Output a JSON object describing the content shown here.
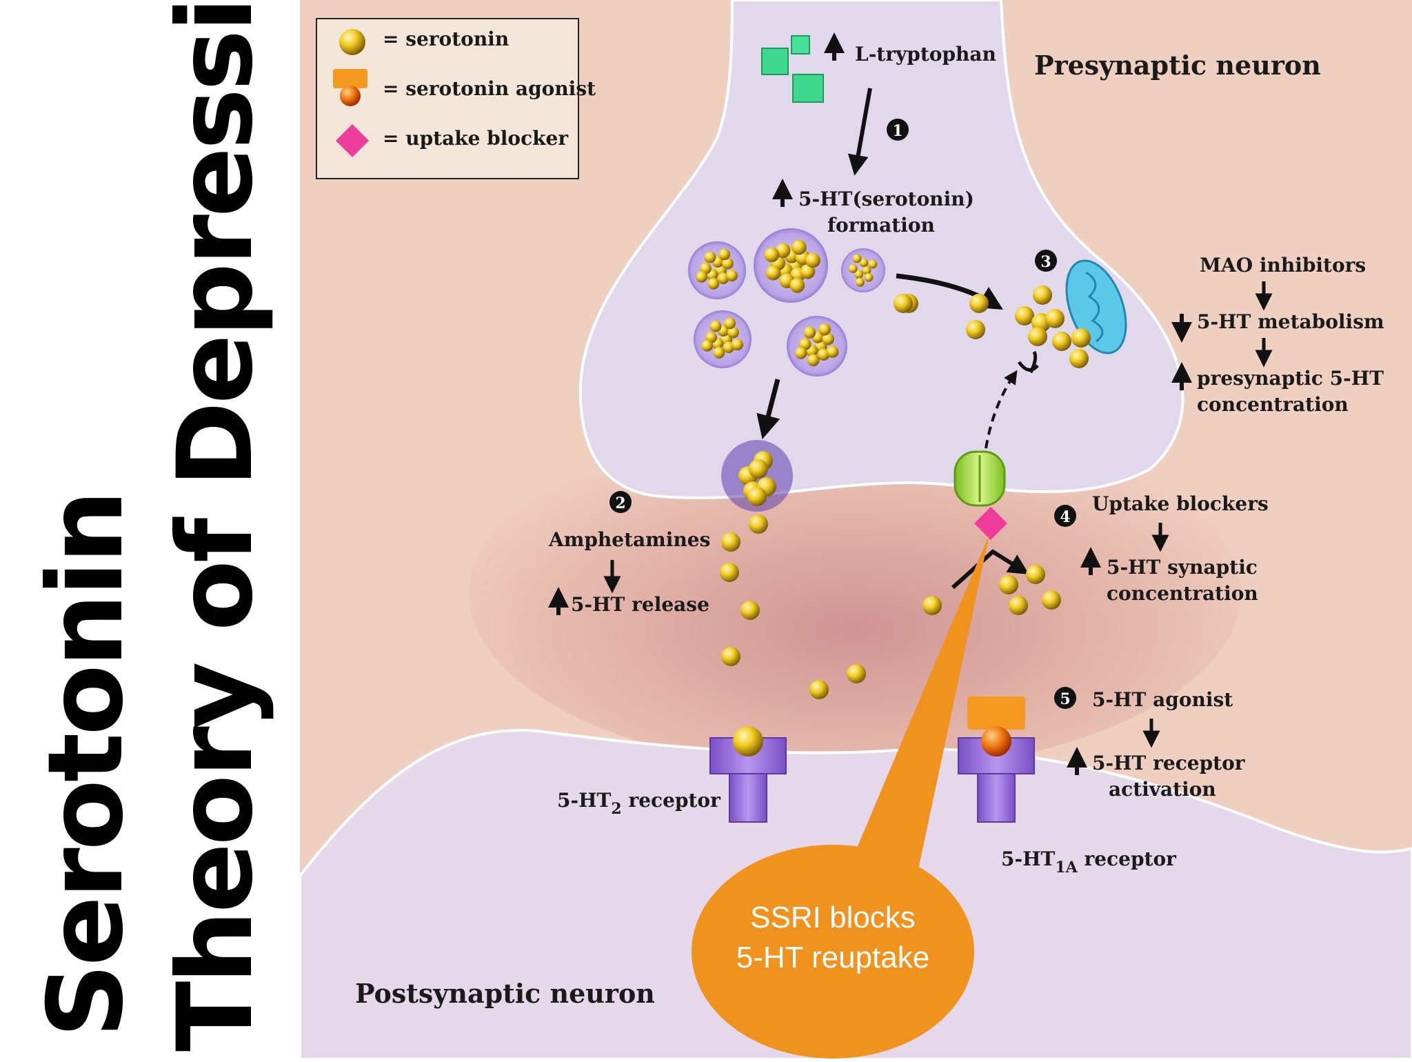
{
  "title": {
    "line1": "Serotonin",
    "line2": "Theory of Depression"
  },
  "legend": [
    {
      "icon": "serotonin-icon",
      "label": "= serotonin"
    },
    {
      "icon": "agonist-icon",
      "label": "= serotonin agonist"
    },
    {
      "icon": "uptake-blocker-icon",
      "label": "= uptake blocker"
    }
  ],
  "regions": {
    "presynaptic": "Presynaptic neuron",
    "postsynaptic": "Postsynaptic neuron"
  },
  "steps": {
    "s1": {
      "num": "1",
      "top": "L-tryptophan",
      "mid1": "5-HT(serotonin)",
      "mid2": "formation"
    },
    "s2": {
      "num": "2",
      "a": "Amphetamines",
      "b": "5-HT release"
    },
    "s3": {
      "num": "3",
      "a": "MAO inhibitors",
      "b": "5-HT metabolism",
      "c1": "presynaptic 5-HT",
      "c2": "concentration"
    },
    "s4": {
      "num": "4",
      "a": "Uptake blockers",
      "b1": "5-HT synaptic",
      "b2": "concentration"
    },
    "s5": {
      "num": "5",
      "a": "5-HT agonist",
      "b1": "5-HT receptor",
      "b2": "activation"
    }
  },
  "receptors": {
    "r2": {
      "prefix": "5-HT",
      "sub": "2",
      "suffix": " receptor"
    },
    "r1a": {
      "prefix": "5-HT",
      "sub": "1A",
      "suffix": " receptor"
    }
  },
  "callout": {
    "line1": "SSRI   blocks",
    "line2": "5-HT reuptake",
    "color": "#F0921E"
  },
  "colors": {
    "serotonin": "#E8C21C",
    "agonist": "#F07A12",
    "blocker": "#EE3C9C",
    "receptor": "#9B6BDA",
    "transporter": "#A8E048",
    "mitochondrion": "#5BC8E8"
  }
}
